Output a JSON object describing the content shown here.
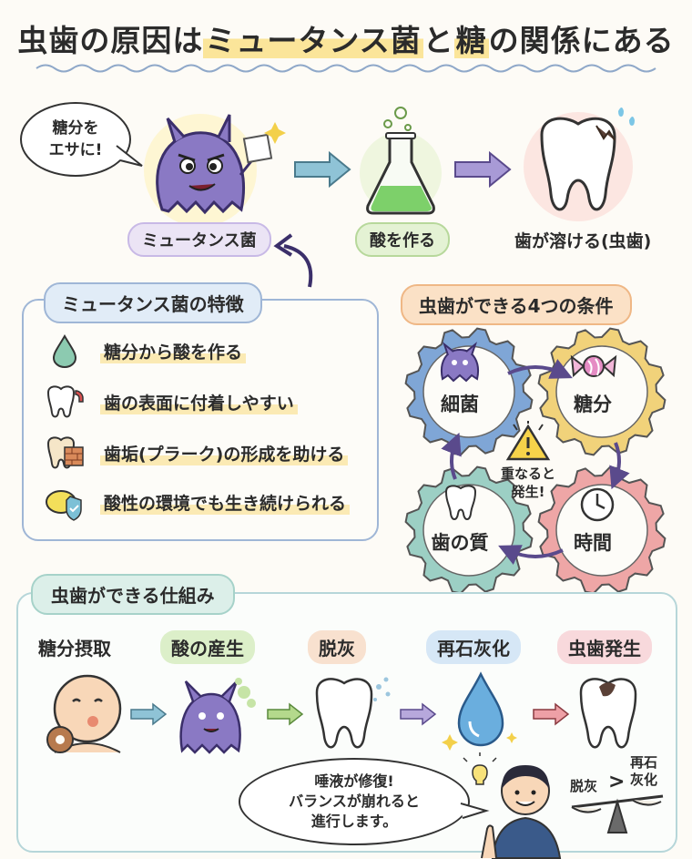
{
  "title": {
    "part1": "虫歯の原因は",
    "part2": "ミュータンス菌",
    "part3": "と",
    "part4": "糖",
    "part5": "の関係にある"
  },
  "top_flow": {
    "speech": {
      "line1": "糖分を",
      "line2": "エサに!"
    },
    "bacteria_label": "ミュータンス菌",
    "acid_label": "酸を作る",
    "tooth_label": "歯が溶ける(虫歯)"
  },
  "features": {
    "heading": "ミュータンス菌の特徴",
    "items": [
      {
        "text": "糖分から酸を作る",
        "icon": "drop-icon"
      },
      {
        "text": "歯の表面に付着しやすい",
        "icon": "tooth-magnet-icon"
      },
      {
        "text": "歯垢(プラーク)の形成を助ける",
        "icon": "plaque-icon"
      },
      {
        "text": "酸性の環境でも生き続けられる",
        "icon": "lemon-shield-icon"
      }
    ]
  },
  "conditions": {
    "heading": "虫歯ができる4つの条件",
    "gears": [
      {
        "label": "細菌",
        "icon": "bacteria-icon",
        "color": "#7fa6d6"
      },
      {
        "label": "糖分",
        "icon": "candy-icon",
        "color": "#f1d27a"
      },
      {
        "label": "時間",
        "icon": "clock-icon",
        "color": "#eea6a6"
      },
      {
        "label": "歯の質",
        "icon": "tooth-icon",
        "color": "#9ccfc4"
      }
    ],
    "center": {
      "line1": "重なると",
      "line2": "発生!"
    }
  },
  "mechanism": {
    "heading": "虫歯ができる仕組み",
    "steps": [
      {
        "label": "糖分摂取",
        "color": ""
      },
      {
        "label": "酸の産生",
        "color": "#dcefc9"
      },
      {
        "label": "脱灰",
        "color": "#f8e1cf"
      },
      {
        "label": "再石灰化",
        "color": "#d6e7f6"
      },
      {
        "label": "虫歯発生",
        "color": "#f8d9dc"
      }
    ],
    "speech": {
      "line1": "唾液が修復!",
      "line2": "バランスが崩れると",
      "line3": "進行します。"
    },
    "balance": {
      "left": "脱灰",
      "symbol": ">",
      "right_line1": "再石",
      "right_line2": "灰化"
    }
  }
}
